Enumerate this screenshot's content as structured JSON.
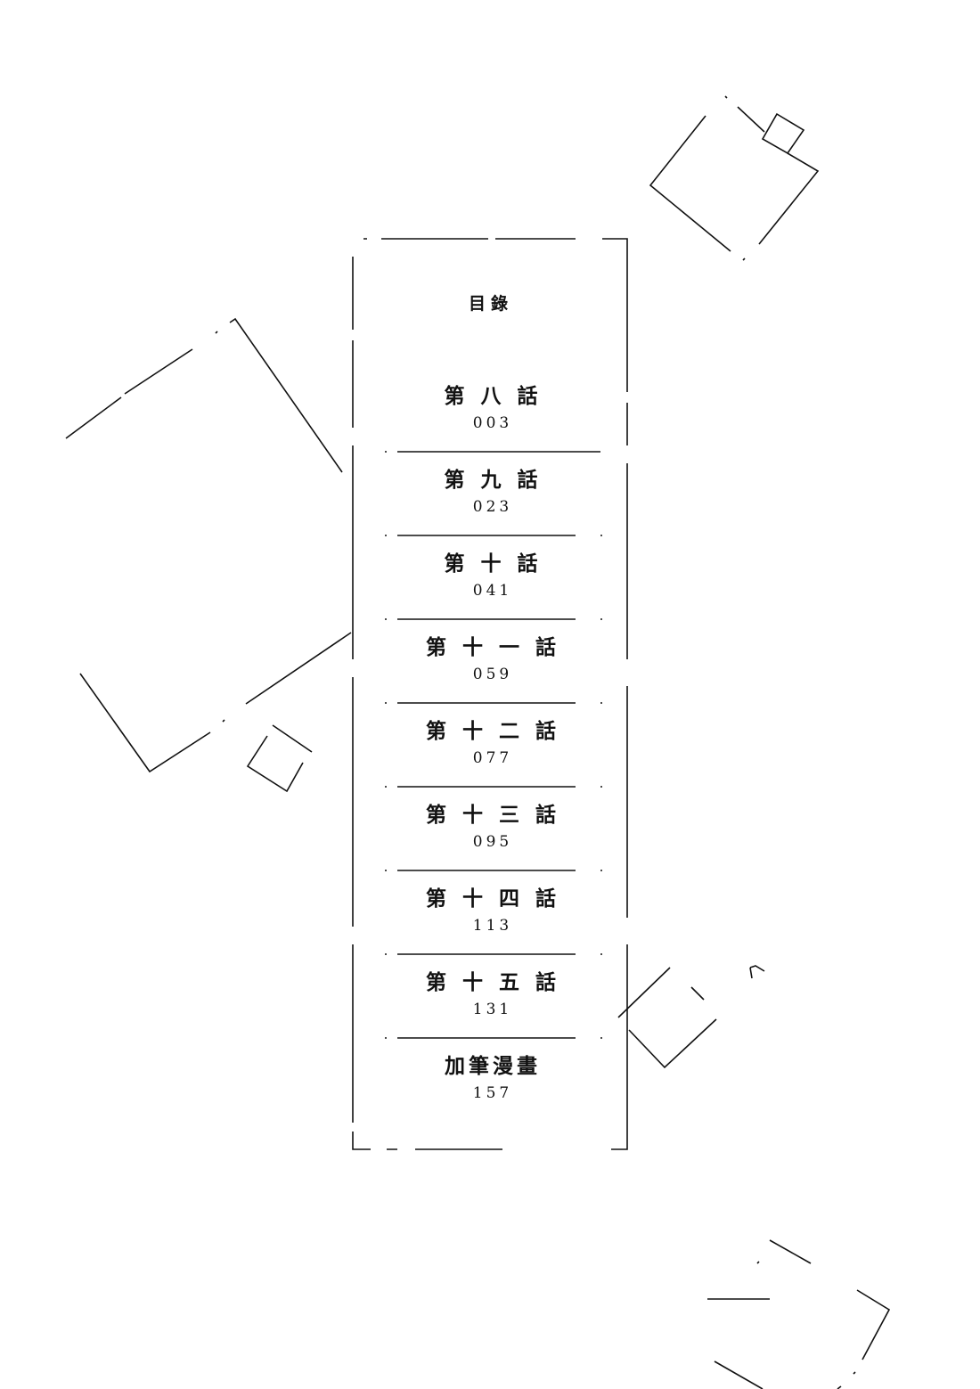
{
  "toc": {
    "title": "目錄",
    "entries": [
      {
        "title": "第八話",
        "page": "003"
      },
      {
        "title": "第九話",
        "page": "023"
      },
      {
        "title": "第十話",
        "page": "041"
      },
      {
        "title": "第十一話",
        "page": "059"
      },
      {
        "title": "第十二話",
        "page": "077"
      },
      {
        "title": "第十三話",
        "page": "095"
      },
      {
        "title": "第十四話",
        "page": "113"
      },
      {
        "title": "第十五話",
        "page": "131"
      },
      {
        "title": "加筆漫畫",
        "page": "157"
      }
    ]
  },
  "colors": {
    "ink": "#111111",
    "paper": "#ffffff"
  }
}
